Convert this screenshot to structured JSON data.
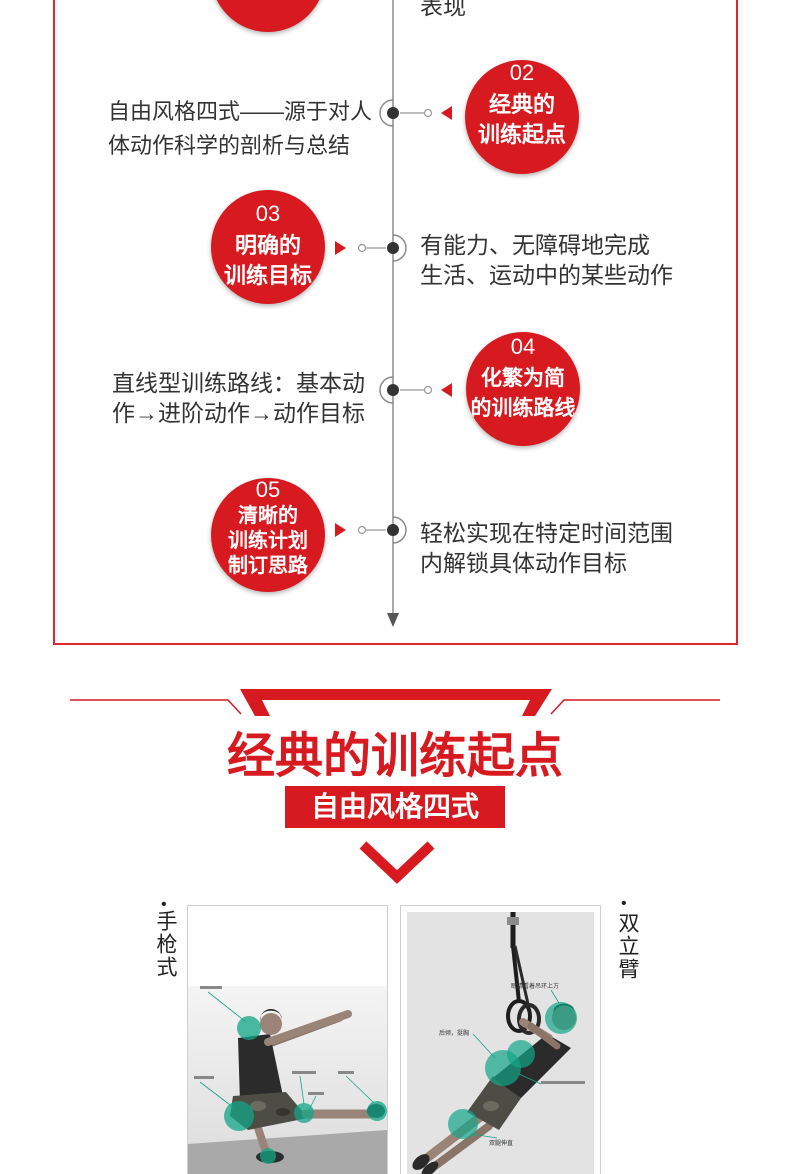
{
  "colors": {
    "accent": "#d71920",
    "frame": "#e0262d",
    "timeline_line": "#8c8c8c",
    "timeline_node": "#333333",
    "annotation": "#12a587",
    "text": "#333333"
  },
  "icons": {
    "node": "timeline-node-icon",
    "pointer": "triangle-pointer-icon",
    "arrow": "arrow-down-icon",
    "chevron": "chevron-down-icon"
  },
  "timeline": {
    "top_fragment": "表现",
    "items": [
      {
        "number": "02",
        "title_lines": [
          "经典的",
          "训练起点"
        ],
        "description_lines": [
          "自由风格四式——源于对人",
          "体动作科学的剖析与总结"
        ]
      },
      {
        "number": "03",
        "title_lines": [
          "明确的",
          "训练目标"
        ],
        "description_lines": [
          "有能力、无障碍地完成",
          "生活、运动中的某些动作"
        ]
      },
      {
        "number": "04",
        "title_lines": [
          "化繁为简",
          "的训练路线"
        ],
        "description_lines": [
          "直线型训练路线：基本动",
          "作→进阶动作→动作目标"
        ]
      },
      {
        "number": "05",
        "title_lines": [
          "清晰的",
          "训练计划",
          "制订思路"
        ],
        "description_lines": [
          "轻松实现在特定时间范围",
          "内解锁具体动作目标"
        ]
      }
    ]
  },
  "section": {
    "title": "经典的训练起点",
    "subtitle": "自由风格四式"
  },
  "exercises": [
    {
      "bullet": "•",
      "name": "手枪式"
    },
    {
      "bullet": "•",
      "name": "双立臂",
      "annotations": [
        "眼睛看着吊环上方",
        "后倾，挺胸",
        "双腿伸直"
      ]
    }
  ]
}
